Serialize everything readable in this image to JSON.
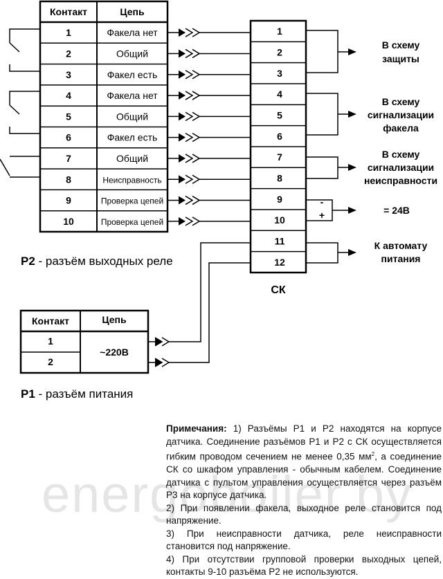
{
  "p2": {
    "header_contact": "Контакт",
    "header_circuit": "Цепь",
    "rows": [
      {
        "num": "1",
        "name": "Факела нет"
      },
      {
        "num": "2",
        "name": "Общий"
      },
      {
        "num": "3",
        "name": "Факел есть"
      },
      {
        "num": "4",
        "name": "Факела нет"
      },
      {
        "num": "5",
        "name": "Общий"
      },
      {
        "num": "6",
        "name": "Факел есть"
      },
      {
        "num": "7",
        "name": "Общий"
      },
      {
        "num": "8",
        "name": "Неисправность"
      },
      {
        "num": "9",
        "name": "Проверка цепей"
      },
      {
        "num": "10",
        "name": "Проверка цепей"
      }
    ],
    "caption_id": "Р2",
    "caption_text": " - разъём выходных реле"
  },
  "sk": {
    "rows": [
      "1",
      "2",
      "3",
      "4",
      "5",
      "6",
      "7",
      "8",
      "9",
      "10",
      "11",
      "12"
    ],
    "label": "СК"
  },
  "outputs": {
    "protection": [
      "В схему",
      "защиты"
    ],
    "signal_flame": [
      "В схему",
      "сигнализации",
      "факела"
    ],
    "signal_fault": [
      "В схему",
      "сигнализации",
      "неисправности"
    ],
    "minus": "-",
    "plus": "+",
    "v24": "= 24В",
    "auto": [
      "К автомату",
      "питания"
    ]
  },
  "p1": {
    "header_contact": "Контакт",
    "header_circuit": "Цепь",
    "rows": [
      "1",
      "2"
    ],
    "voltage": "~220В",
    "caption_id": "Р1",
    "caption_text": " - разъём питания"
  },
  "notes": {
    "heading": "Примечания:",
    "n1_a": " 1) Разъёмы Р1 и Р2 находятся на корпусе датчика. Соединение разъёмов Р1 и Р2 с СК осуществляется гибким проводом сечением не менее 0,35 мм",
    "n1_sup": "2",
    "n1_b": ", а соединение СК со шкафом управления - обычным кабелем. Соединение датчика с пультом управления осуществляется через разъём Р3 на корпусе датчика.",
    "n2": "2) При появлении факела, выходное реле становится под напряжение.",
    "n3": "3) При неисправности датчика, реле неисправности становится под напряжение.",
    "n4": "4) При отсутствии групповой проверки выходных цепей, контакты 9-10 разъёма Р2 не используются."
  },
  "watermark": "energoboiler.by"
}
